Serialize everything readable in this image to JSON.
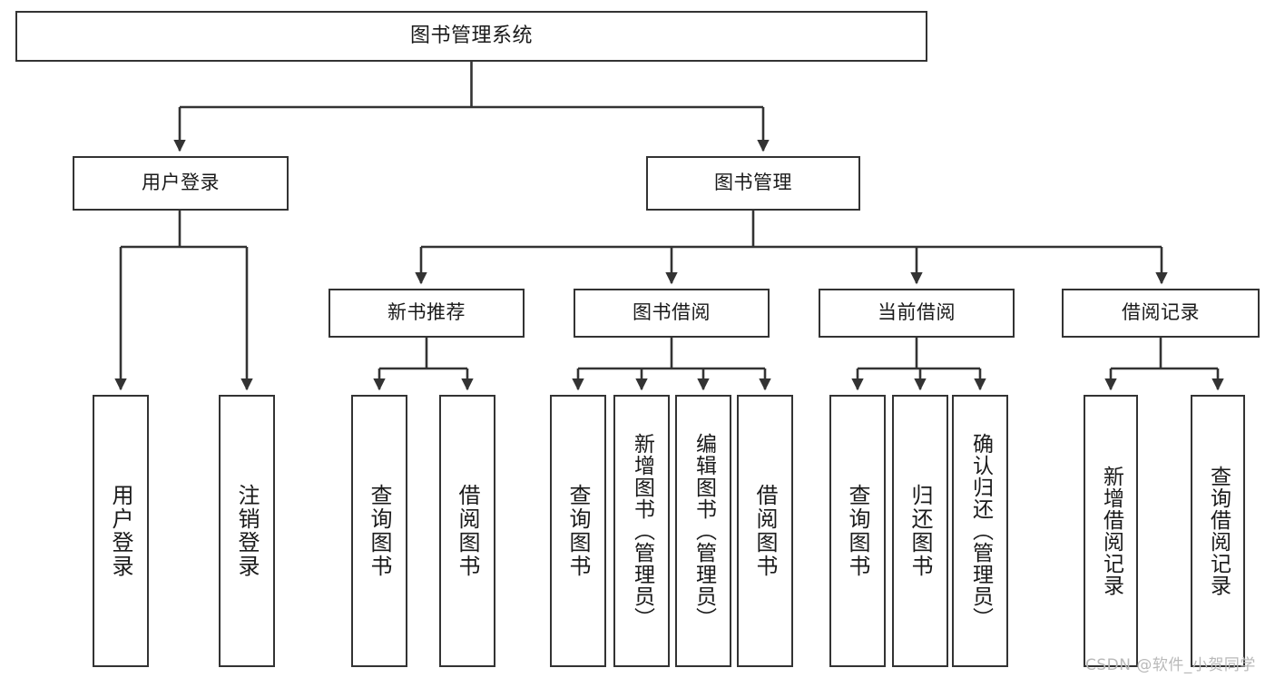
{
  "diagram": {
    "title": "图书管理系统",
    "type": "tree-hierarchy-chart",
    "edge_color": "#333333",
    "node_border_color": "#333333",
    "node_fill_color": "#ffffff",
    "text_color": "#1a1a1a"
  },
  "nodes": {
    "root": {
      "label": "图书管理系统"
    },
    "level2": [
      {
        "label": "用户登录"
      },
      {
        "label": "图书管理"
      }
    ],
    "level3": [
      {
        "label": "新书推荐"
      },
      {
        "label": "图书借阅"
      },
      {
        "label": "当前借阅"
      },
      {
        "label": "借阅记录"
      }
    ],
    "leaves": {
      "user_login": [
        {
          "label": "用户登录"
        },
        {
          "label": "注销登录"
        }
      ],
      "new_book_recommend": [
        {
          "label": "查询图书"
        },
        {
          "label": "借阅图书"
        }
      ],
      "book_borrow": [
        {
          "label": "查询图书"
        },
        {
          "label": "新增图书（管理员）"
        },
        {
          "label": "编辑图书（管理员）"
        },
        {
          "label": "借阅图书"
        }
      ],
      "current_borrow": [
        {
          "label": "查询图书"
        },
        {
          "label": "归还图书"
        },
        {
          "label": "确认归还（管理员）"
        }
      ],
      "borrow_record": [
        {
          "label": "新增借阅记录"
        },
        {
          "label": "查询借阅记录"
        }
      ]
    }
  },
  "watermark": {
    "text": "CSDN @软件_小贺同学"
  }
}
